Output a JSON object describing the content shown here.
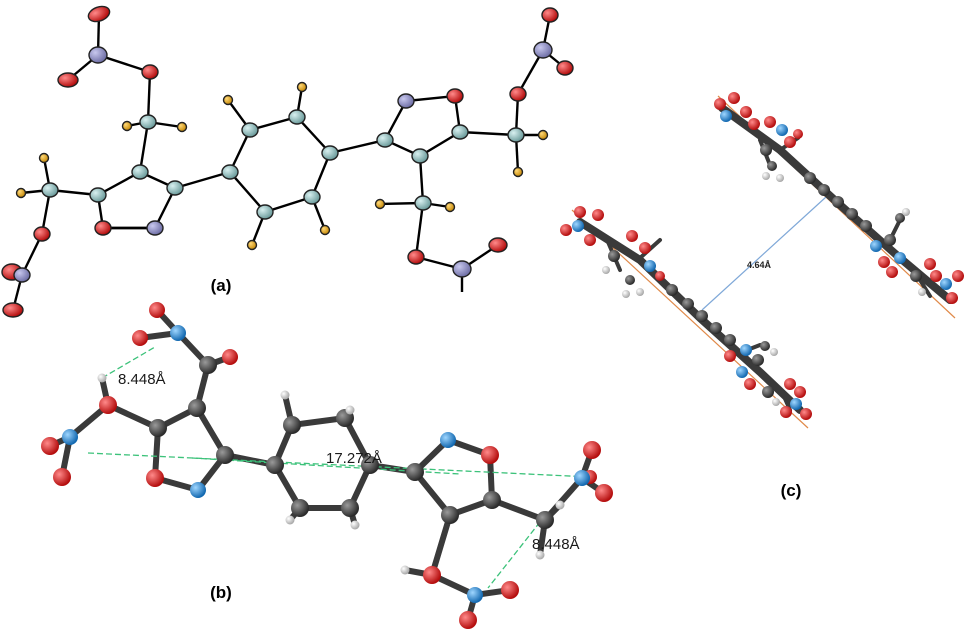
{
  "panels": {
    "a": {
      "label": "(a)"
    },
    "b": {
      "label": "(b)",
      "distance_top_left": "8.448Å",
      "distance_center": "17.272Å",
      "distance_bottom_right": "8.448Å"
    },
    "c": {
      "label": "(c)",
      "stacking_distance": "4.64Å"
    }
  },
  "colors": {
    "oxygen": "#d21a1a",
    "nitrogen_a": "#8e8ec0",
    "nitrogen_b": "#2a8fd8",
    "carbon_a": "#8fb8b8",
    "carbon_b": "#4a4a4a",
    "hydrogen_a": "#e3a21a",
    "hydrogen_b": "#dcdcdc",
    "contact_line": "#3cc27a",
    "plane_line": "#e08a4a",
    "centroid_line": "#7fa8d8"
  }
}
